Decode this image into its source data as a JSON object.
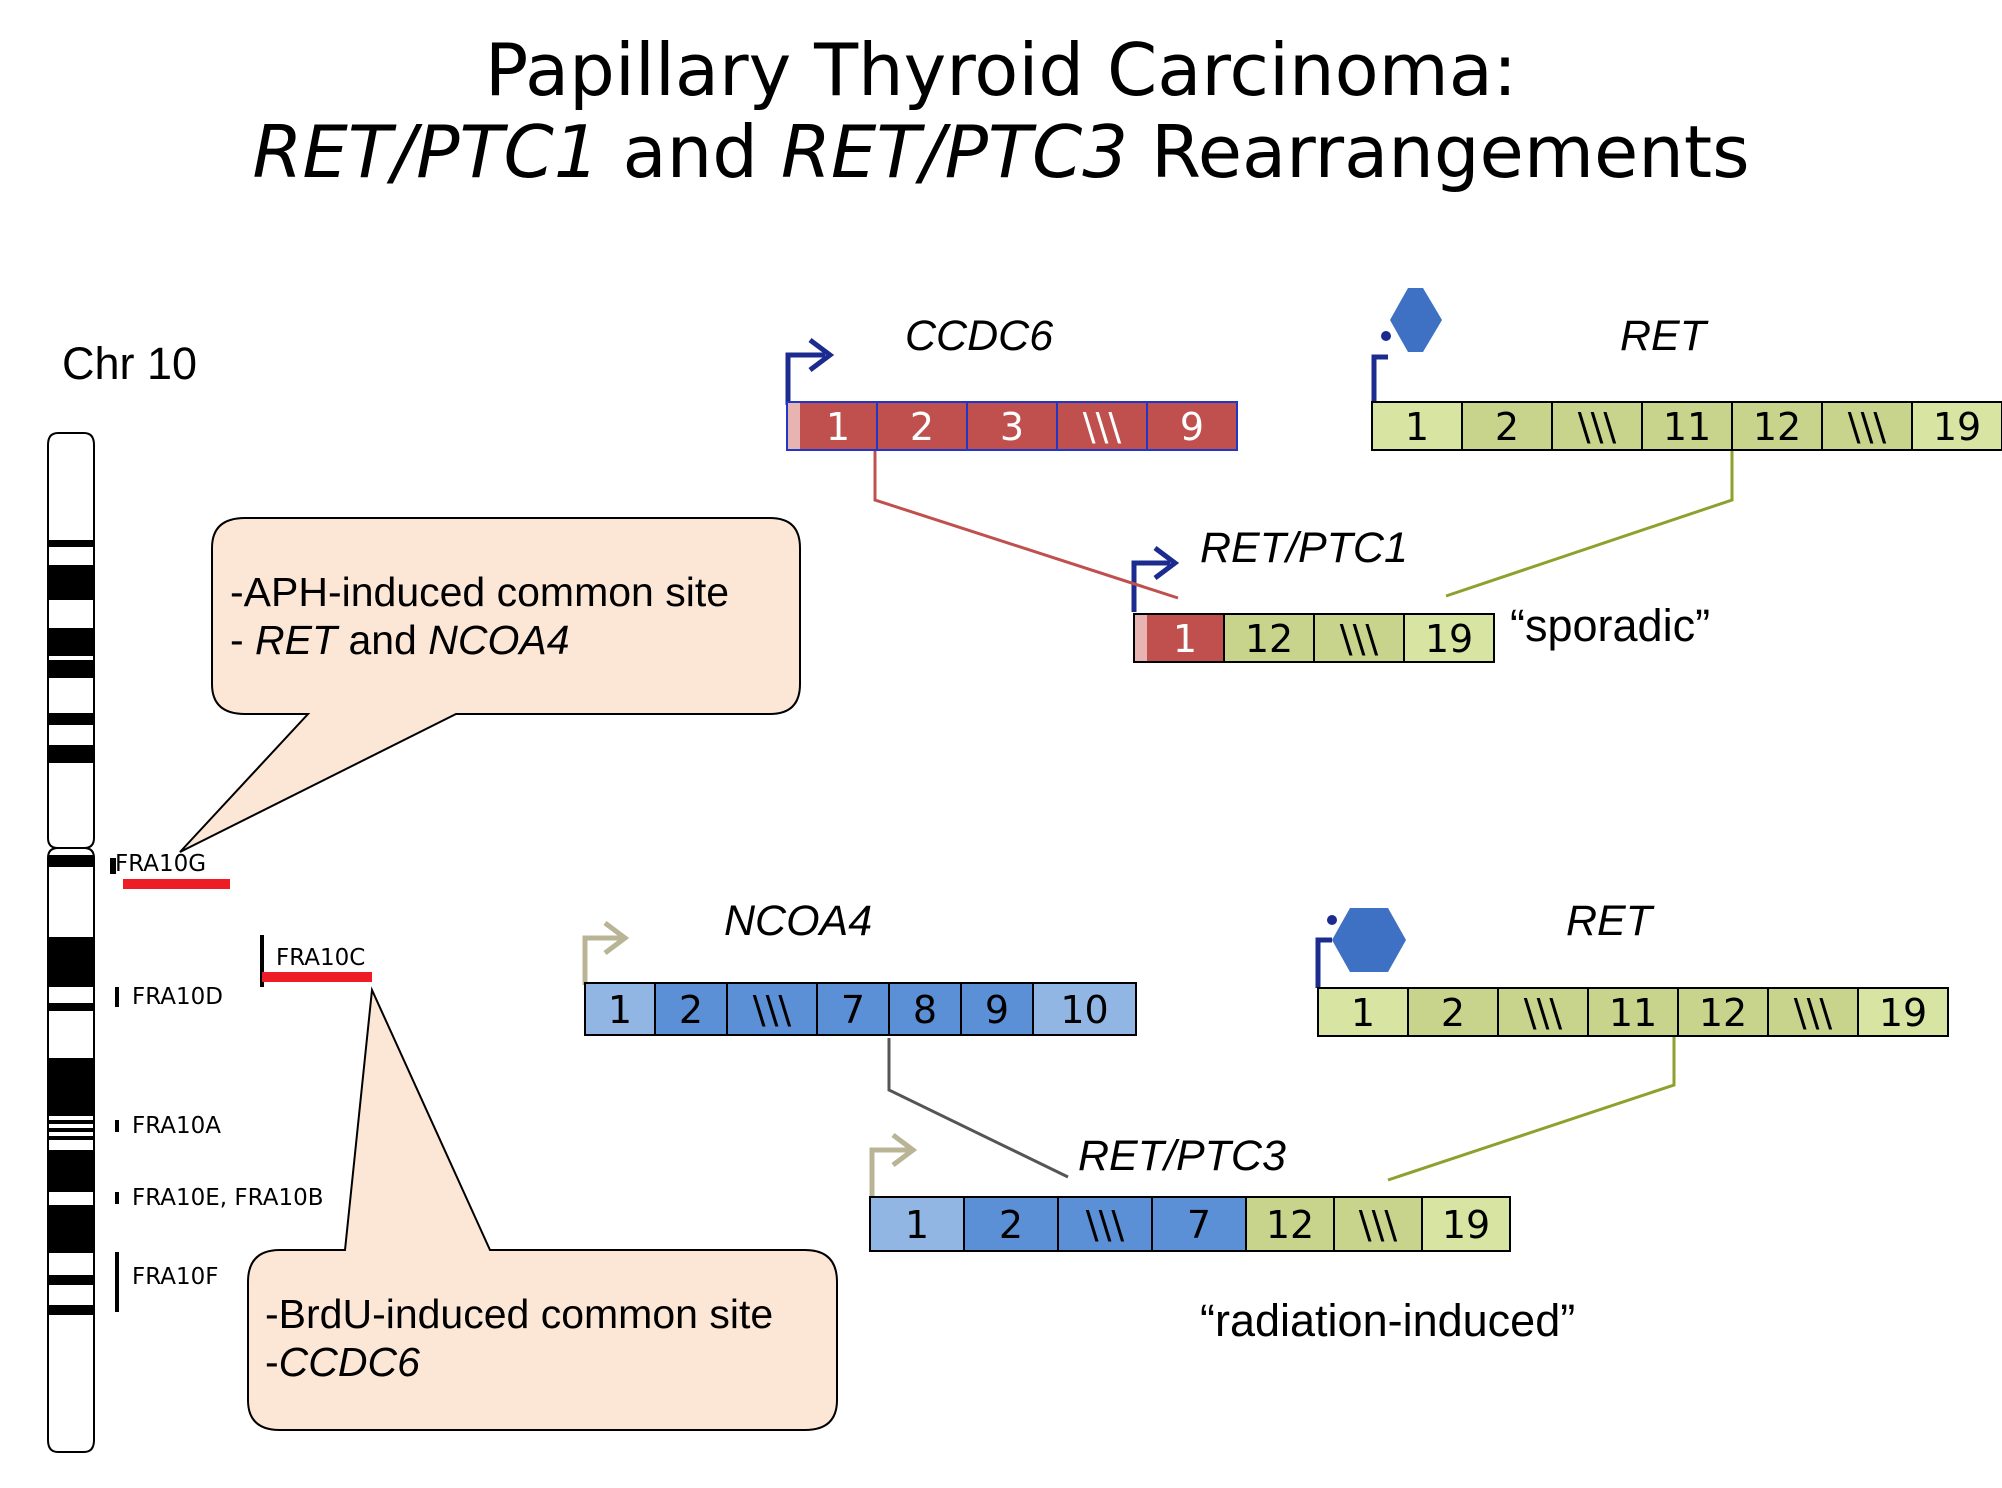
{
  "title": {
    "line1": "Papillary Thyroid Carcinoma:",
    "line2_a": "RET",
    "line2_b": "/",
    "line2_c": "PTC1",
    "line2_d": " and ",
    "line2_e": "RET",
    "line2_f": "/",
    "line2_g": "PTC3",
    "line2_h": " Rearrangements"
  },
  "chromosome": {
    "label": "Chr 10",
    "bands": {
      "fra10g": "FRA10G",
      "fra10c": "FRA10C",
      "fra10d": "FRA10D",
      "fra10a": "FRA10A",
      "fra10eb": "FRA10E, FRA10B",
      "fra10f": "FRA10F"
    }
  },
  "callouts": {
    "aph": {
      "line1": "-APH-induced common site",
      "line2_prefix": "- ",
      "line2_gene1": "RET",
      "line2_mid": " and ",
      "line2_gene2": "NCOA4"
    },
    "brdu": {
      "line1": "-BrdU-induced common site",
      "line2_prefix": " -",
      "line2_gene": "CCDC6"
    }
  },
  "genes": {
    "ccdc6": {
      "name": "CCDC6",
      "exons": [
        "1",
        "2",
        "3",
        "\\\\\\",
        "9"
      ]
    },
    "ret_top": {
      "name": "RET",
      "exons": [
        "1",
        "2",
        "\\\\\\",
        "11",
        "12",
        "\\\\\\",
        "19"
      ]
    },
    "ret_ptc1": {
      "name": "RET/PTC1",
      "exons": [
        "1",
        "12",
        "\\\\\\",
        "19"
      ],
      "note": "“sporadic”"
    },
    "ncoa4": {
      "name": "NCOA4",
      "exons": [
        "1",
        "2",
        "\\\\\\",
        "7",
        "8",
        "9",
        "10"
      ]
    },
    "ret_bottom": {
      "name": "RET",
      "exons": [
        "1",
        "2",
        "\\\\\\",
        "11",
        "12",
        "\\\\\\",
        "19"
      ]
    },
    "ret_ptc3": {
      "name": "RET/PTC3",
      "exons": [
        "1",
        "2",
        "\\\\\\",
        "7",
        "12",
        "\\\\\\",
        "19"
      ],
      "note": "“radiation-induced”"
    }
  },
  "colors": {
    "ccdc6_exon": "#c0504d",
    "ret_exon": "#d7e4a2",
    "ret_exon_dark": "#c8d48c",
    "ncoa4_exon": "#5b8fd6",
    "ncoa4_exon_light": "#92b6e3",
    "promoter_dark": "#1c2b8f",
    "promoter_light": "#b9b496",
    "hexagon": "#3e70c4",
    "callout_fill": "#fce6d6",
    "fragile_red": "#ee1c25"
  }
}
